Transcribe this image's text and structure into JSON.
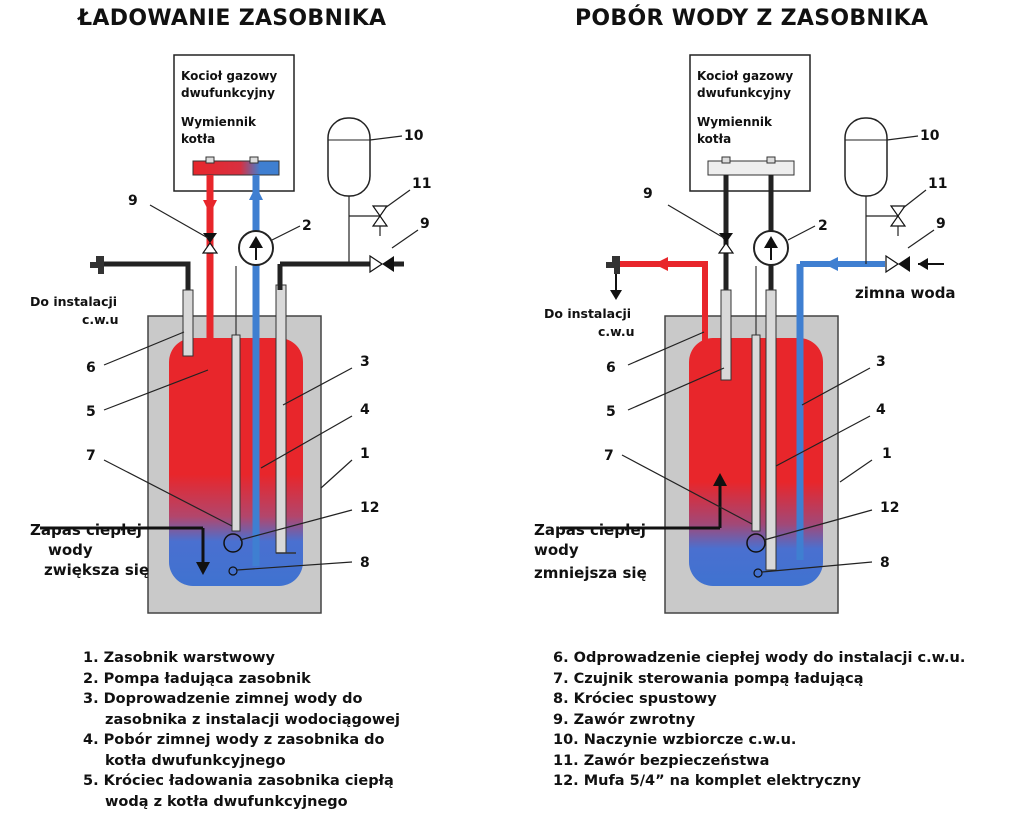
{
  "left": {
    "title": "ŁADOWANIE ZASOBNIKA",
    "boiler_line1": "Kocioł gazowy",
    "boiler_line2": "dwufunkcyjny",
    "exch_line1": "Wymiennik",
    "exch_line2": "kotła",
    "outlet_line1": "Do instalacji",
    "outlet_line2": "c.w.u",
    "reserve_line1": "Zapas ciepłej",
    "reserve_line2": "wody",
    "reserve_line3": "zwiększa się",
    "callouts": [
      "10",
      "11",
      "9",
      "2",
      "9",
      "6",
      "5",
      "3",
      "4",
      "7",
      "1",
      "12",
      "8"
    ]
  },
  "right": {
    "title": "POBÓR WODY Z ZASOBNIKA",
    "boiler_line1": "Kocioł gazowy",
    "boiler_line2": "dwufunkcyjny",
    "exch_line1": "Wymiennik",
    "exch_line2": "kotła",
    "outlet_line1": "Do instalacji",
    "outlet_line2": "c.w.u",
    "cold_water": "zimna woda",
    "reserve_line1": "Zapas ciepłej",
    "reserve_line2": "wody",
    "reserve_line3": "zmniejsza się",
    "callouts": [
      "10",
      "11",
      "9",
      "2",
      "9",
      "6",
      "5",
      "3",
      "4",
      "7",
      "1",
      "12",
      "8"
    ]
  },
  "legend_left": [
    "1. Zasobnik warstwowy",
    "2. Pompa ładująca zasobnik",
    "3. Doprowadzenie zimnej wody do",
    "    zasobnika z instalacji wodociągowej",
    "4. Pobór zimnej wody z zasobnika do",
    "    kotła dwufunkcyjnego",
    "5. Króciec ładowania zasobnika ciepłą",
    "    wodą z kotła dwufunkcyjnego"
  ],
  "legend_right": [
    "6.   Odprowadzenie ciepłej wody do instalacji c.w.u.",
    "7.   Czujnik sterowania pompą ładującą",
    "8.   Króciec spustowy",
    "9.   Zawór zwrotny",
    "10. Naczynie wzbiorcze c.w.u.",
    "11. Zawór bezpieczeństwa",
    "12. Mufa 5/4” na komplet elektryczny"
  ],
  "colors": {
    "hot": "#e8262b",
    "cold": "#3f7fd1",
    "tank_body": "#c9c9c9",
    "pipe_dark": "#222222"
  }
}
